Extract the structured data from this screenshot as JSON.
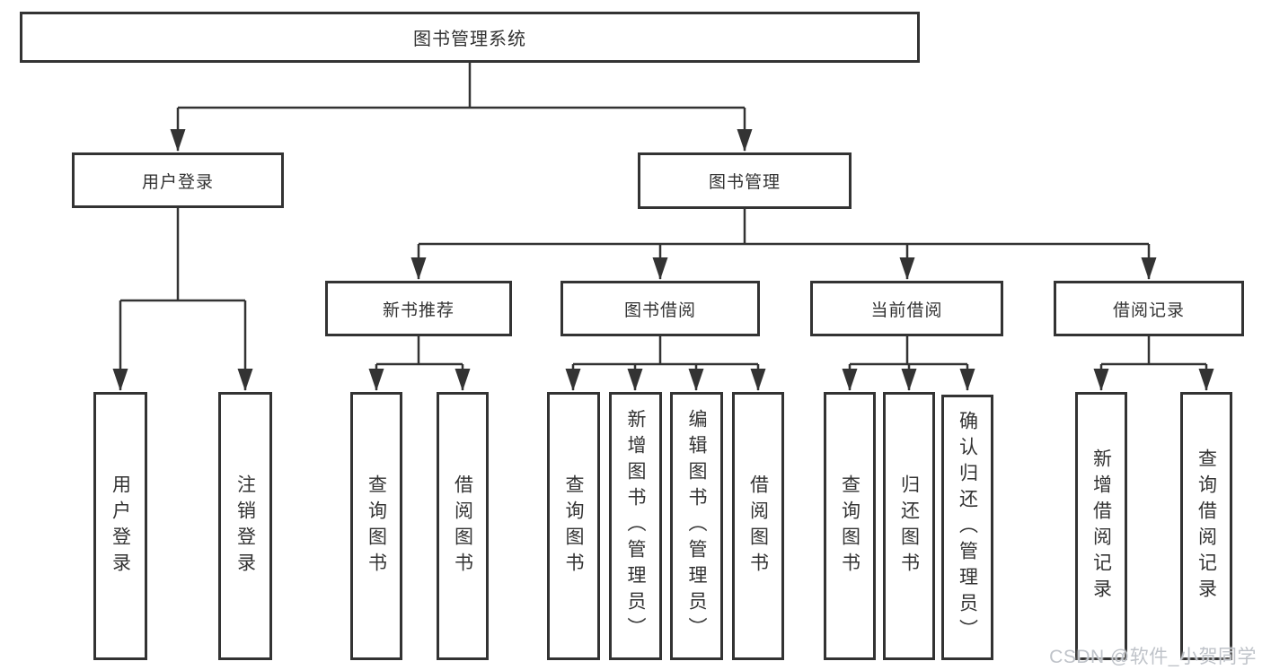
{
  "root": {
    "label": "图书管理系统"
  },
  "level2": [
    {
      "label": "用户登录"
    },
    {
      "label": "图书管理"
    }
  ],
  "level3": [
    {
      "label": "新书推荐"
    },
    {
      "label": "图书借阅"
    },
    {
      "label": "当前借阅"
    },
    {
      "label": "借阅记录"
    }
  ],
  "level4": [
    {
      "parent": "用户登录",
      "label": "用户登录"
    },
    {
      "parent": "用户登录",
      "label": "注销登录"
    },
    {
      "parent": "新书推荐",
      "label": "查询图书"
    },
    {
      "parent": "新书推荐",
      "label": "借阅图书"
    },
    {
      "parent": "图书借阅",
      "label": "查询图书"
    },
    {
      "parent": "图书借阅",
      "label": "新增图书（管理员）"
    },
    {
      "parent": "图书借阅",
      "label": "编辑图书（管理员）"
    },
    {
      "parent": "图书借阅",
      "label": "借阅图书"
    },
    {
      "parent": "当前借阅",
      "label": "查询图书"
    },
    {
      "parent": "当前借阅",
      "label": "归还图书"
    },
    {
      "parent": "当前借阅",
      "label": "确认归还（管理员）"
    },
    {
      "parent": "借阅记录",
      "label": "新增借阅记录"
    },
    {
      "parent": "借阅记录",
      "label": "查询借阅记录"
    }
  ],
  "watermark": {
    "text": "CSDN @软件_小贺同学"
  },
  "colors": {
    "line": "#333333",
    "box_border": "#333333",
    "text": "#333333",
    "watermark": "#bfc3c9",
    "background": "#ffffff"
  }
}
